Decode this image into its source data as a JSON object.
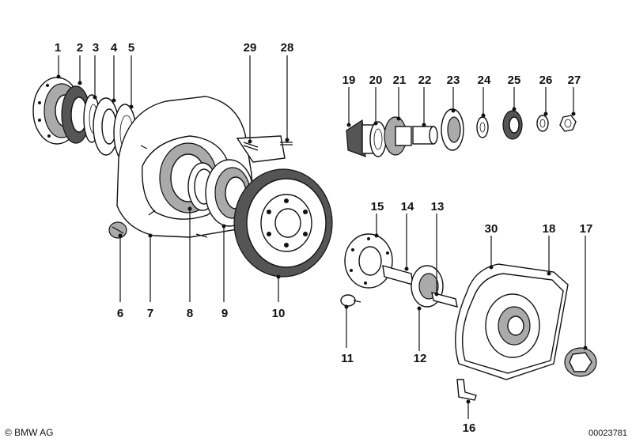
{
  "callouts": {
    "c1": "1",
    "c2": "2",
    "c3": "3",
    "c4": "4",
    "c5": "5",
    "c6": "6",
    "c7": "7",
    "c8": "8",
    "c9": "9",
    "c10": "10",
    "c11": "11",
    "c12": "12",
    "c13": "13",
    "c14": "14",
    "c15": "15",
    "c16": "16",
    "c17": "17",
    "c18": "18",
    "c19": "19",
    "c20": "20",
    "c21": "21",
    "c22": "22",
    "c23": "23",
    "c24": "24",
    "c25": "25",
    "c26": "26",
    "c27": "27",
    "c28": "28",
    "c29": "29",
    "c30": "30"
  },
  "footer": {
    "copyright": "© BMW AG",
    "drawing_number": "00023781"
  }
}
